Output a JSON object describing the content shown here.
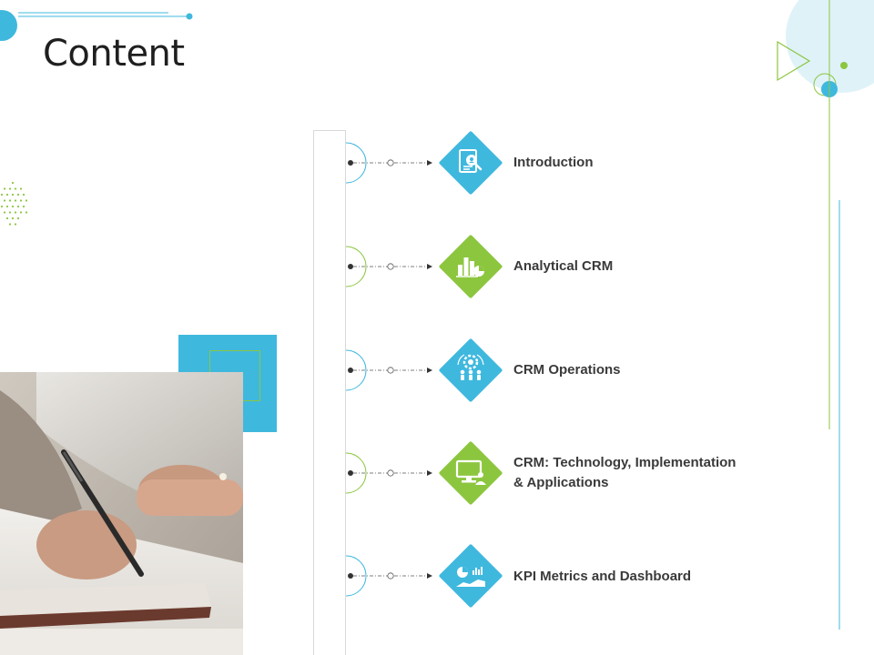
{
  "slide": {
    "title": "Content"
  },
  "colors": {
    "blue": "#3fb8de",
    "green": "#8cc63f",
    "light_blue": "#dff2f8",
    "text": "#3a3a3a"
  },
  "agenda": {
    "items": [
      {
        "label": "Introduction",
        "color": "blue",
        "icon": "document-search-icon"
      },
      {
        "label": "Analytical CRM",
        "color": "green",
        "icon": "bar-pie-chart-icon"
      },
      {
        "label": "CRM Operations",
        "color": "blue",
        "icon": "gear-team-icon"
      },
      {
        "label_line1": "CRM: Technology, Implementation",
        "label_line2": "& Applications",
        "color": "green",
        "icon": "computer-user-icon"
      },
      {
        "label": "KPI Metrics and Dashboard",
        "color": "blue",
        "icon": "dashboard-chart-icon"
      }
    ]
  },
  "photo": {
    "icon": "hand-writing-notebook-photo"
  }
}
